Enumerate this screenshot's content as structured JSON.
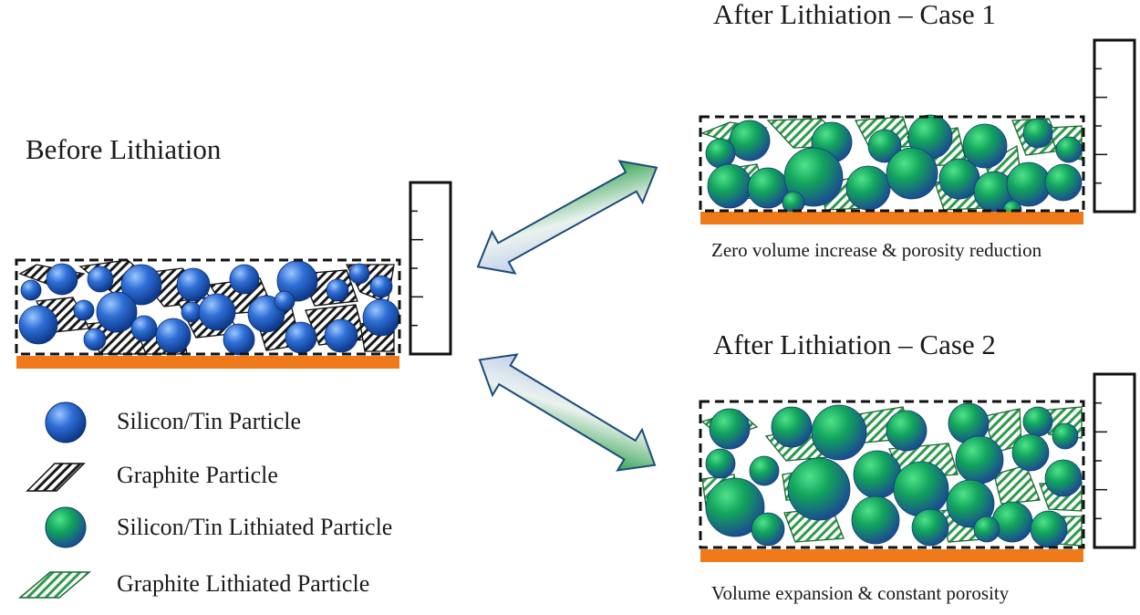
{
  "titles": {
    "before": "Before Lithiation",
    "case1": "After Lithiation  – Case 1",
    "case2": "After Lithiation  – Case 2"
  },
  "captions": {
    "case1": "Zero volume increase & porosity reduction",
    "case2": "Volume expansion & constant porosity"
  },
  "legend": [
    {
      "label": "Silicon/Tin Particle",
      "icon": "blue-sphere-icon"
    },
    {
      "label": "Graphite Particle",
      "icon": "black-hatched-parallelogram-icon"
    },
    {
      "label": "Silicon/Tin Lithiated Particle",
      "icon": "green-sphere-icon"
    },
    {
      "label": "Graphite Lithiated Particle",
      "icon": "green-hatched-parallelogram-icon"
    }
  ],
  "colors": {
    "silicon": "#1f5fc4",
    "lithiated": "#1a9a55",
    "current_collector": "#f07a1a",
    "graphite_hatch": "#1a1a1a",
    "lithiated_hatch": "#2e9a4a",
    "arrow_start": "#b9c8ec",
    "arrow_end": "#1c9a3c"
  }
}
